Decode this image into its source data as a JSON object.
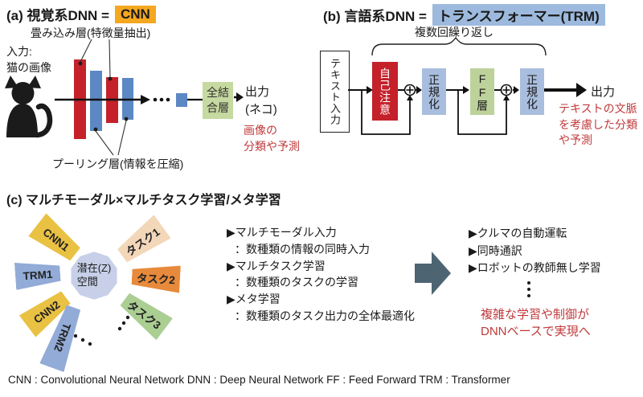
{
  "colors": {
    "red": "#c4212b",
    "blue_bar": "#5c88c4",
    "blue_box": "#a9bede",
    "green_box": "#c6d9a0",
    "orange_highlight": "#f5a71f",
    "blue_highlight": "#9dbade",
    "red_text": "#c0393b",
    "big_arrow": "#4d6572",
    "hub": "#c7d0e8",
    "wedge_yellow": "#e9c143",
    "wedge_peach": "#f3d7b9",
    "wedge_blue": "#92abd7",
    "wedge_orange": "#e78a3b",
    "wedge_green": "#abce93"
  },
  "panel_a": {
    "heading_prefix": "(a) 視覚系DNN =",
    "highlight": "CNN",
    "conv_label": "畳み込み層(特徴量抽出)",
    "input_label": "入力:\n猫の画像",
    "pooling_label": "プーリング層(情報を圧縮)",
    "fc_label": "全結合層",
    "output_label": "出力\n(ネコ)",
    "note": "画像の\n分類や予測"
  },
  "panel_b": {
    "heading_prefix": "(b) 言語系DNN =",
    "highlight": "トランスフォーマー(TRM)",
    "repeat_label": "複数回繰り返し",
    "input_box": "テキスト入力",
    "self_attention": "自己注意",
    "norm1": "正規化",
    "ff": "FF層",
    "norm2": "正規化",
    "output_label": "出力",
    "note": "テキストの文脈\nを考慮した分類\nや予測"
  },
  "panel_c": {
    "heading": "(c) マルチモーダル×マルチタスク学習/メタ学習",
    "hub_label": "潜在(Z)\n空間",
    "wedges": [
      {
        "label": "CNN1"
      },
      {
        "label": "タスク1"
      },
      {
        "label": "TRM1"
      },
      {
        "label": "タスク2"
      },
      {
        "label": "CNN2"
      },
      {
        "label": "TRM2"
      },
      {
        "label": "タスク3"
      }
    ],
    "middle_list": [
      {
        "t": "▶マルチモーダル入力"
      },
      {
        "t": "：数種類の情報の同時入力"
      },
      {
        "t": "▶マルチタスク学習"
      },
      {
        "t": "：数種類のタスクの学習"
      },
      {
        "t": "▶メタ学習"
      },
      {
        "t": "：数種類のタスク出力の全体最適化"
      }
    ],
    "right_list": [
      {
        "t": "▶クルマの自動運転"
      },
      {
        "t": "▶同時通訳"
      },
      {
        "t": "▶ロボットの教師無し学習"
      }
    ],
    "note": "複雑な学習や制御が\nDNNベースで実現へ"
  },
  "footer": "CNN : Convolutional Neural Network  DNN : Deep Neural Network  FF : Feed Forward  TRM : Transformer"
}
